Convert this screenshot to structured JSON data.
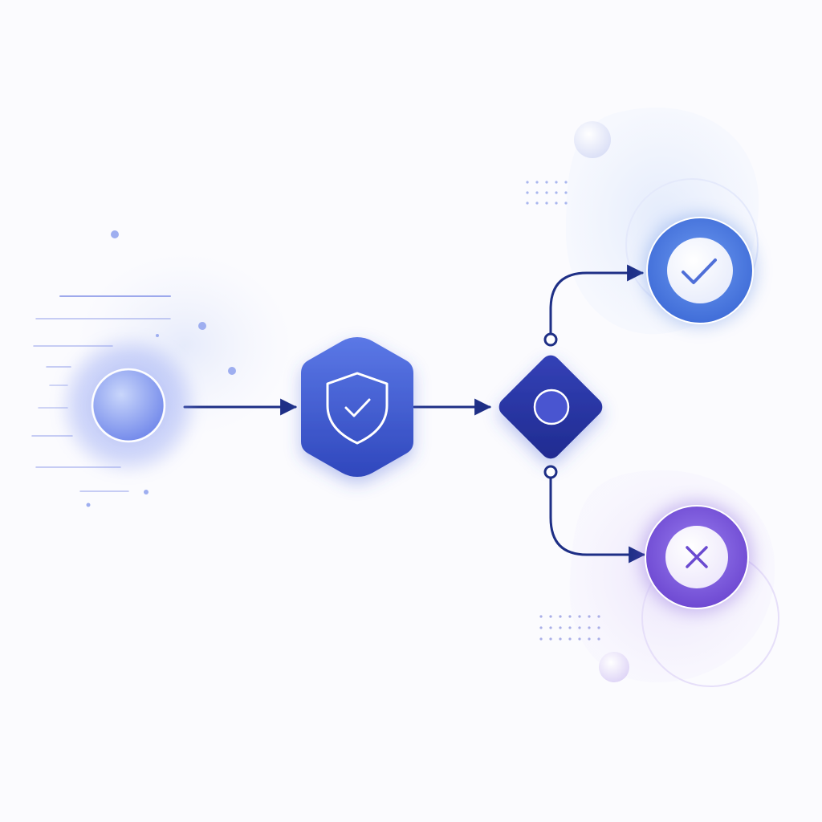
{
  "diagram": {
    "type": "flow",
    "nodes": [
      {
        "id": "start",
        "shape": "circle",
        "icon": "empty-circle-icon"
      },
      {
        "id": "verify",
        "shape": "hexagon",
        "icon": "shield-check-icon"
      },
      {
        "id": "decision",
        "shape": "diamond",
        "icon": "ring-icon"
      },
      {
        "id": "success",
        "shape": "circle",
        "icon": "check-icon",
        "status": "success"
      },
      {
        "id": "failure",
        "shape": "circle",
        "icon": "x-icon",
        "status": "failure"
      }
    ],
    "edges": [
      {
        "from": "start",
        "to": "verify"
      },
      {
        "from": "verify",
        "to": "decision"
      },
      {
        "from": "decision",
        "to": "success"
      },
      {
        "from": "decision",
        "to": "failure"
      }
    ]
  },
  "colors": {
    "background": "#fbfbfe",
    "connector": "#1e2f86",
    "primary": "#3f5ed6",
    "deep": "#2a35a8",
    "success": "#4f7fe0",
    "failure": "#7a55d8",
    "halo_blue": "#e6eefc",
    "halo_violet": "#ece6fb"
  }
}
